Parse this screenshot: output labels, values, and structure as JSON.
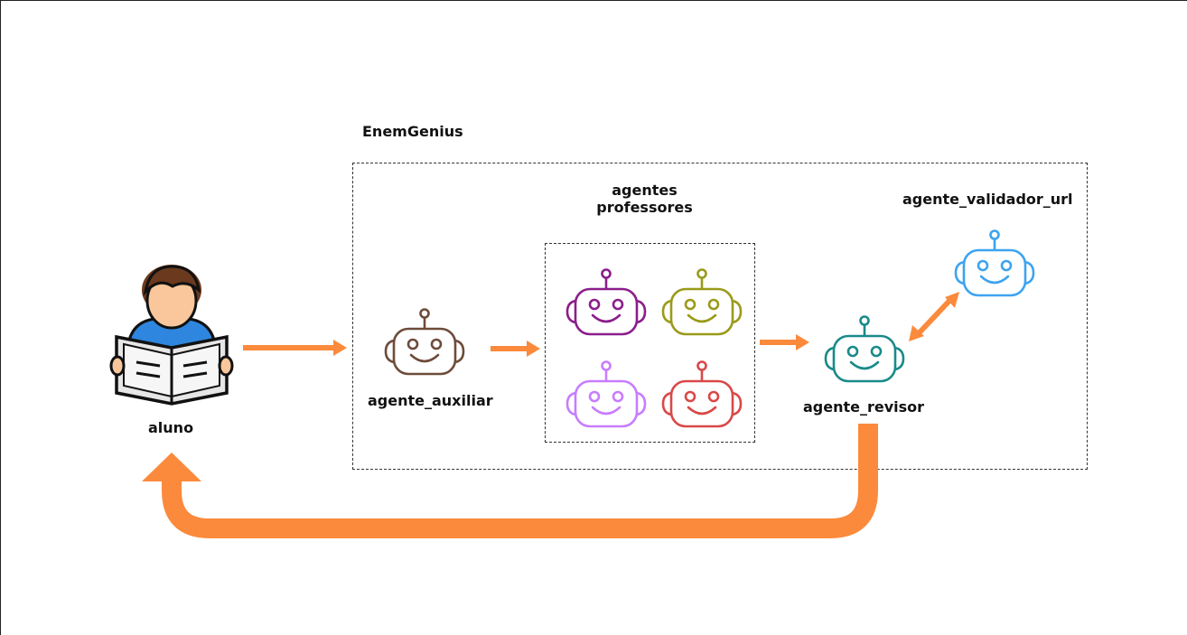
{
  "labels": {
    "system": "EnemGenius",
    "student": "aluno",
    "auxiliary": "agente_auxiliar",
    "teachers": "agentes\nprofessores",
    "reviewer": "agente_revisor",
    "validator": "agente_validador_url"
  },
  "icons": {
    "student": "student-reading-newspaper-icon",
    "auxiliary": "robot-face-icon",
    "teacher_1": "robot-face-icon",
    "teacher_2": "robot-face-icon",
    "teacher_3": "robot-face-icon",
    "teacher_4": "robot-face-icon",
    "reviewer": "robot-face-icon",
    "validator": "robot-face-icon"
  },
  "colors": {
    "arrow": "#fb8a3c",
    "auxiliary_robot": "#6d4c3a",
    "teacher_1_robot": "#8b1e8b",
    "teacher_2_robot": "#9a9a1a",
    "teacher_3_robot": "#c77dff",
    "teacher_4_robot": "#d94848",
    "reviewer_robot": "#1a8a8a",
    "validator_robot": "#3da3f0"
  }
}
